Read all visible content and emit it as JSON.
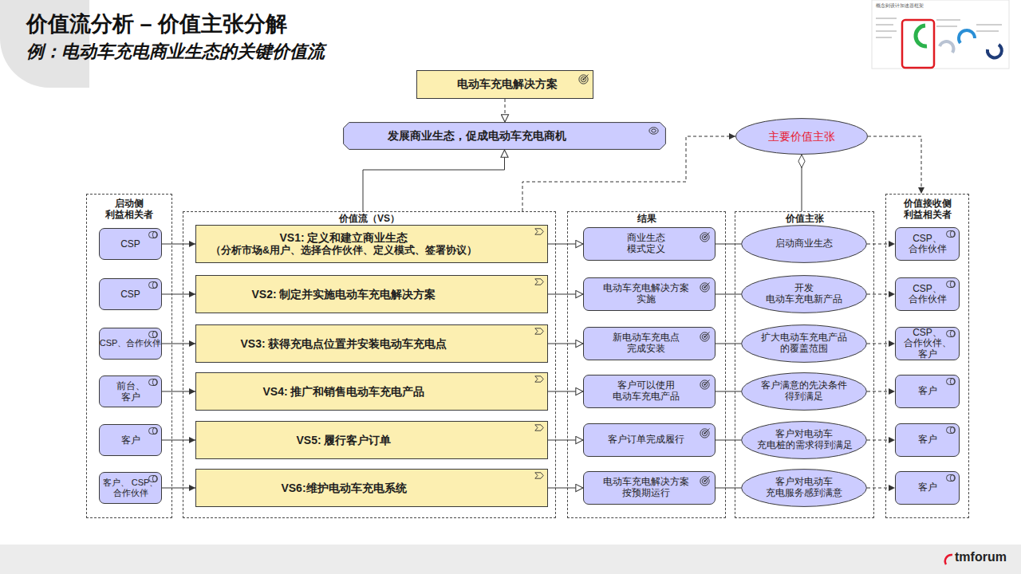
{
  "diagram": {
    "title": "价值流分析 – 价值主张分解",
    "nodes": [
      {
        "text": [
          "电动车充电解决方案"
        ]
      },
      {
        "text": [
          "发展商业生态，促成电动车充电商机"
        ]
      },
      {
        "text": [
          "主要价值主张"
        ]
      },
      {
        "text": [
          "启动侧 利益相关者"
        ]
      },
      {
        "text": [
          "CSP"
        ],
        "in": 3
      },
      {
        "text": [
          "CSP"
        ],
        "in": 3
      },
      {
        "text": [
          "CSP、合作伙伴"
        ],
        "in": 3
      },
      {
        "text": [
          "前台、 客户"
        ],
        "in": 3
      },
      {
        "text": [
          "客户"
        ],
        "in": 3
      },
      {
        "text": [
          "客户、 CSP、合作伙伴"
        ],
        "in": 3
      },
      {
        "text": [
          "价值流（VS）"
        ]
      },
      {
        "text": [
          "VS1: 定义和建立商业生态",
          "（分析市场&用户、选择合作伙伴、定义模式、签署协议）"
        ],
        "in": 10
      },
      {
        "text": [
          "VS2: 制定并实施电动车充电解决方案"
        ],
        "in": 10
      },
      {
        "text": [
          "VS3: 获得充电点位置并安装电动车充电点"
        ],
        "in": 10
      },
      {
        "text": [
          "VS4: 推广和销售电动车充电产品"
        ],
        "in": 10
      },
      {
        "text": [
          "VS5: 履行客户订单"
        ],
        "in": 10
      },
      {
        "text": [
          "VS6:维护电动车充电系统"
        ],
        "in": 10
      },
      {
        "text": [
          "结果"
        ]
      },
      {
        "text": [
          "商业生态 模式定义"
        ],
        "in": 17
      },
      {
        "text": [
          "电动车充电解决方案 实施"
        ],
        "in": 17
      },
      {
        "text": [
          "新电动车充电点 完成安装"
        ],
        "in": 17
      },
      {
        "text": [
          "客户可以使用 电动车充电产品"
        ],
        "in": 17
      },
      {
        "text": [
          "客户订单完成履行"
        ],
        "in": 17
      },
      {
        "text": [
          "电动车充电解决方案 按预期运行"
        ],
        "in": 17
      },
      {
        "text": [
          "价值主张"
        ]
      },
      {
        "text": [
          "启动商业生态"
        ],
        "in": 24
      },
      {
        "text": [
          "开发 电动车充电新产品"
        ],
        "in": 24
      },
      {
        "text": [
          "扩大电动车充电产品 的覆盖范围"
        ],
        "in": 24
      },
      {
        "text": [
          "客户满意的先决条件 得到满足"
        ],
        "in": 24
      },
      {
        "text": [
          "客户对电动车 充电桩的需求得到满足"
        ],
        "in": 24
      },
      {
        "text": [
          "客户对电动车 充电服务感到满意"
        ],
        "in": 24
      },
      {
        "text": [
          "价值接收侧 利益相关者"
        ]
      },
      {
        "text": [
          "CSP、 合作伙伴"
        ],
        "in": 31
      },
      {
        "text": [
          "CSP、 合作伙伴"
        ],
        "in": 31
      },
      {
        "text": [
          "CSP、 合作伙伴、 客户"
        ],
        "in": 31
      },
      {
        "text": [
          "客户"
        ],
        "in": 31
      },
      {
        "text": [
          "客户"
        ],
        "in": 31
      },
      {
        "text": [
          "客户"
        ],
        "in": 31
      }
    ],
    "edges": [
      {
        "from": 0,
        "to": 1,
        "arrow": "to"
      },
      {
        "from": 10,
        "to": 1,
        "arrow": "to"
      },
      {
        "from": 10,
        "to": 2,
        "arrow": "to"
      },
      {
        "from": 24,
        "to": 2,
        "arrow": "to"
      },
      {
        "from": 2,
        "to": 31,
        "arrow": "to"
      },
      {
        "from": 4,
        "to": 11,
        "arrow": "to"
      },
      {
        "from": 5,
        "to": 12,
        "arrow": "to"
      },
      {
        "from": 6,
        "to": 13,
        "arrow": "to"
      },
      {
        "from": 7,
        "to": 14,
        "arrow": "to"
      },
      {
        "from": 8,
        "to": 15,
        "arrow": "to"
      },
      {
        "from": 9,
        "to": 16,
        "arrow": "to"
      },
      {
        "from": 11,
        "to": 18,
        "arrow": "to"
      },
      {
        "from": 12,
        "to": 19,
        "arrow": "to"
      },
      {
        "from": 13,
        "to": 20,
        "arrow": "to"
      },
      {
        "from": 14,
        "to": 21,
        "arrow": "to"
      },
      {
        "from": 15,
        "to": 22,
        "arrow": "to"
      },
      {
        "from": 16,
        "to": 23,
        "arrow": "to"
      },
      {
        "from": 18,
        "to": 25,
        "arrow": "none"
      },
      {
        "from": 19,
        "to": 26,
        "arrow": "none"
      },
      {
        "from": 20,
        "to": 27,
        "arrow": "none"
      },
      {
        "from": 21,
        "to": 28,
        "arrow": "none"
      },
      {
        "from": 22,
        "to": 29,
        "arrow": "none"
      },
      {
        "from": 23,
        "to": 30,
        "arrow": "none"
      },
      {
        "from": 25,
        "to": 32,
        "arrow": "to"
      },
      {
        "from": 26,
        "to": 33,
        "arrow": "to"
      },
      {
        "from": 27,
        "to": 34,
        "arrow": "to"
      },
      {
        "from": 28,
        "to": 35,
        "arrow": "to"
      },
      {
        "from": 29,
        "to": 36,
        "arrow": "to"
      },
      {
        "from": 30,
        "to": 37,
        "arrow": "to"
      }
    ],
    "labels": [
      "例：电动车充电商业生态的关键价值流",
      "概念到设计加速器框架",
      "tmforum"
    ]
  }
}
